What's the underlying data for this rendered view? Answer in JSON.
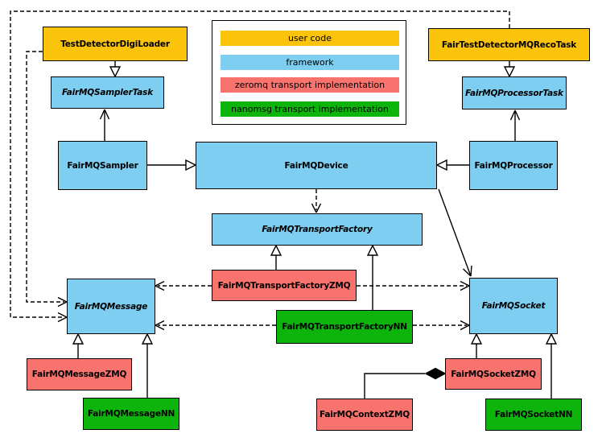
{
  "colors": {
    "user_code": "#FCC30B",
    "framework": "#7DCEF0",
    "zeromq": "#F9736E",
    "nanomsg": "#0CB40C",
    "line": "#000000"
  },
  "legend": {
    "items": [
      {
        "label": "user code",
        "color_key": "user_code"
      },
      {
        "label": "framework",
        "color_key": "framework"
      },
      {
        "label": "zeromq transport implementation",
        "color_key": "zeromq"
      },
      {
        "label": "nanomsg transport implementation",
        "color_key": "nanomsg"
      }
    ]
  },
  "nodes": {
    "testDetectorDigiLoader": {
      "label": "TestDetectorDigiLoader",
      "category": "user_code",
      "abstract": false
    },
    "fairTestDetectorMQRecoTask": {
      "label": "FairTestDetectorMQRecoTask",
      "category": "user_code",
      "abstract": false
    },
    "fairMQSamplerTask": {
      "label": "FairMQSamplerTask",
      "category": "framework",
      "abstract": true
    },
    "fairMQProcessorTask": {
      "label": "FairMQProcessorTask",
      "category": "framework",
      "abstract": true
    },
    "fairMQSampler": {
      "label": "FairMQSampler",
      "category": "framework",
      "abstract": false
    },
    "fairMQDevice": {
      "label": "FairMQDevice",
      "category": "framework",
      "abstract": false
    },
    "fairMQProcessor": {
      "label": "FairMQProcessor",
      "category": "framework",
      "abstract": false
    },
    "fairMQTransportFactory": {
      "label": "FairMQTransportFactory",
      "category": "framework",
      "abstract": true
    },
    "fairMQTransportFactoryZMQ": {
      "label": "FairMQTransportFactoryZMQ",
      "category": "zeromq",
      "abstract": false
    },
    "fairMQTransportFactoryNN": {
      "label": "FairMQTransportFactoryNN",
      "category": "nanomsg",
      "abstract": false
    },
    "fairMQMessage": {
      "label": "FairMQMessage",
      "category": "framework",
      "abstract": true
    },
    "fairMQSocket": {
      "label": "FairMQSocket",
      "category": "framework",
      "abstract": true
    },
    "fairMQMessageZMQ": {
      "label": "FairMQMessageZMQ",
      "category": "zeromq",
      "abstract": false
    },
    "fairMQMessageNN": {
      "label": "FairMQMessageNN",
      "category": "nanomsg",
      "abstract": false
    },
    "fairMQSocketZMQ": {
      "label": "FairMQSocketZMQ",
      "category": "zeromq",
      "abstract": false
    },
    "fairMQContextZMQ": {
      "label": "FairMQContextZMQ",
      "category": "zeromq",
      "abstract": false
    },
    "fairMQSocketNN": {
      "label": "FairMQSocketNN",
      "category": "nanomsg",
      "abstract": false
    }
  },
  "relations": [
    "TestDetectorDigiLoader --|> FairMQSamplerTask",
    "FairTestDetectorMQRecoTask --|> FairMQProcessorTask",
    "FairMQSampler -> FairMQSamplerTask",
    "FairMQProcessor -> FairMQProcessorTask",
    "FairMQSampler --|> FairMQDevice",
    "FairMQProcessor --|> FairMQDevice",
    "FairMQDevice ..> FairMQTransportFactory",
    "FairMQDevice -> FairMQSocket",
    "FairMQTransportFactoryZMQ --|> FairMQTransportFactory",
    "FairMQTransportFactoryNN --|> FairMQTransportFactory",
    "FairMQTransportFactoryZMQ ..> FairMQMessage",
    "FairMQTransportFactoryZMQ ..> FairMQSocket",
    "FairMQTransportFactoryNN ..> FairMQMessage",
    "FairMQTransportFactoryNN ..> FairMQSocket",
    "TestDetectorDigiLoader ..> FairMQMessage",
    "FairTestDetectorMQRecoTask ..> FairMQMessage",
    "FairMQMessageZMQ --|> FairMQMessage",
    "FairMQMessageNN --|> FairMQMessage",
    "FairMQSocketZMQ --|> FairMQSocket",
    "FairMQSocketNN --|> FairMQSocket",
    "FairMQSocketZMQ *-- FairMQContextZMQ"
  ]
}
